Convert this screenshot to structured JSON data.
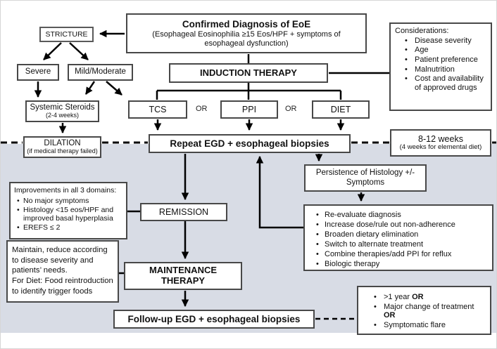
{
  "palette": {
    "band_background": "#d8dce5",
    "box_border": "#484848",
    "line_color": "#000000",
    "text_color": "#111111"
  },
  "nodes": {
    "confirmed": {
      "title": "Confirmed Diagnosis of EoE",
      "subtitle": "(Esophageal Eosinophilia ≥15 Eos/HPF + symptoms of esophageal dysfunction)"
    },
    "stricture": {
      "label": "STRICTURE"
    },
    "severe": {
      "label": "Severe"
    },
    "mild_moderate": {
      "label": "Mild/Moderate"
    },
    "systemic_steroids": {
      "label": "Systemic Steroids",
      "note": "(2-4 weeks)"
    },
    "dilation": {
      "label": "DILATION",
      "note": "(if medical therapy failed)"
    },
    "induction": {
      "label": "INDUCTION THERAPY"
    },
    "tcs": {
      "label": "TCS"
    },
    "ppi": {
      "label": "PPI"
    },
    "diet": {
      "label": "DIET"
    },
    "or1": "OR",
    "or2": "OR",
    "considerations": {
      "title": "Considerations:",
      "items": [
        "Disease severity",
        "Age",
        "Patient preference",
        "Malnutrition",
        "Cost and availability of approved drugs"
      ]
    },
    "repeat_egd": {
      "label": "Repeat EGD + esophageal biopsies"
    },
    "duration": {
      "label": "8-12 weeks",
      "note": "(4 weeks for elemental diet)"
    },
    "persistence": {
      "label": "Persistence of Histology +/- Symptoms"
    },
    "persistence_actions": {
      "items": [
        "Re-evaluate diagnosis",
        "Increase dose/rule out non-adherence",
        "Broaden dietary elimination",
        "Switch to alternate treatment",
        "Combine therapies/add PPI for reflux",
        "Biologic therapy"
      ]
    },
    "improvements": {
      "title": "Improvements in all 3 domains:",
      "items": [
        "No major symptoms",
        "Histology <15 eos/HPF and improved basal hyperplasia",
        "EREFS ≤ 2"
      ]
    },
    "maintain_note": {
      "line1": "Maintain, reduce according to disease severity and patients’ needs.",
      "line2": "For Diet: Food reintroduction to identify trigger foods"
    },
    "remission": {
      "label": "REMISSION"
    },
    "maintenance": {
      "label": "MAINTENANCE THERAPY"
    },
    "followup_egd": {
      "label": "Follow-up EGD + esophageal biopsies"
    },
    "followup_criteria": {
      "items": [
        {
          "text": ">1 year ",
          "bold": "OR"
        },
        {
          "text": "Major change of treatment ",
          "bold": "OR"
        },
        {
          "text": "Symptomatic flare",
          "bold": ""
        }
      ]
    },
    "bullet_glyph": "•"
  }
}
